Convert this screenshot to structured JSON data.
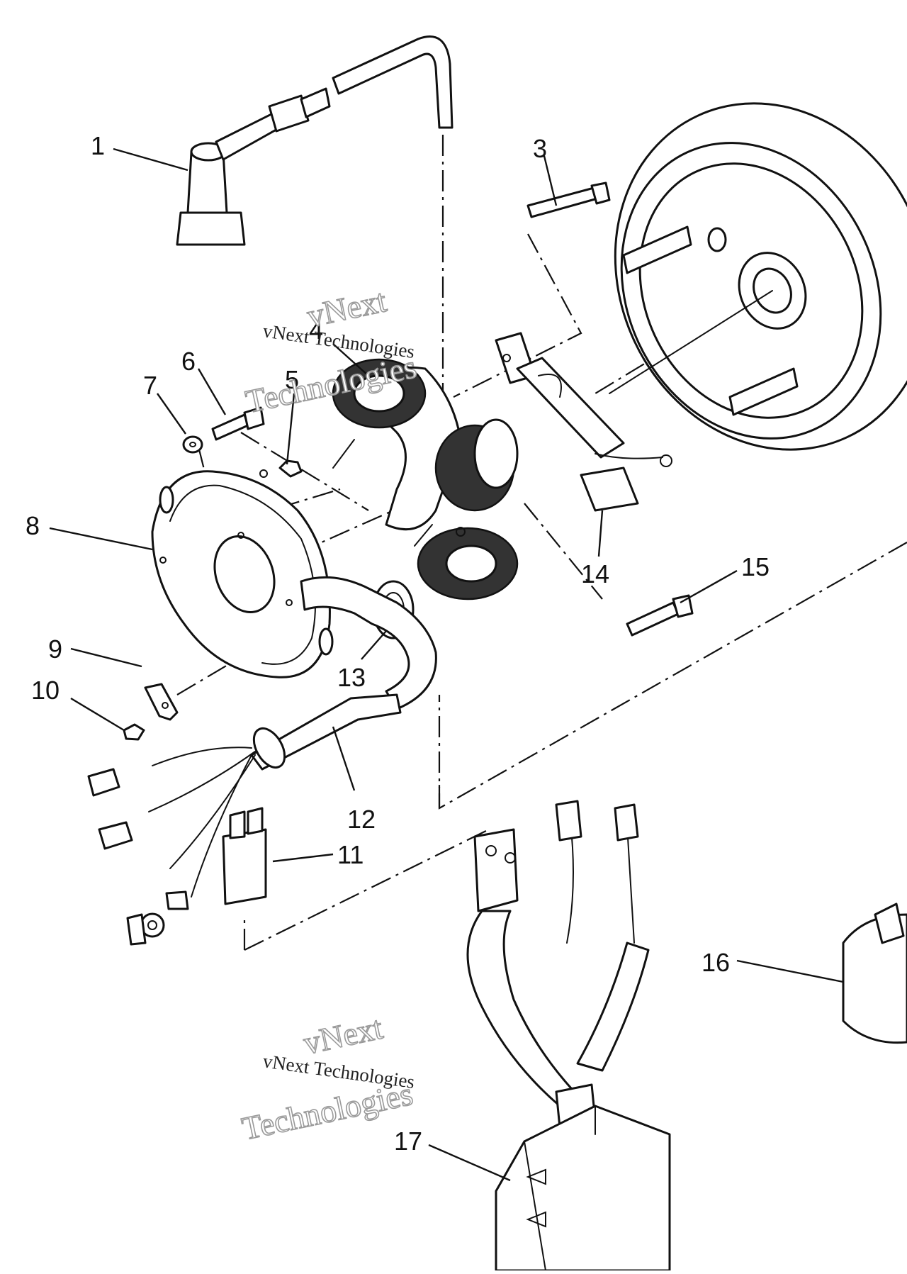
{
  "diagram": {
    "callouts": [
      "1",
      "3",
      "4",
      "5",
      "6",
      "7",
      "8",
      "9",
      "10",
      "11",
      "12",
      "13",
      "14",
      "15",
      "16",
      "17"
    ]
  },
  "watermark": {
    "line1": "vNext",
    "line2": "Technologies",
    "small": "vNext Technologies"
  }
}
